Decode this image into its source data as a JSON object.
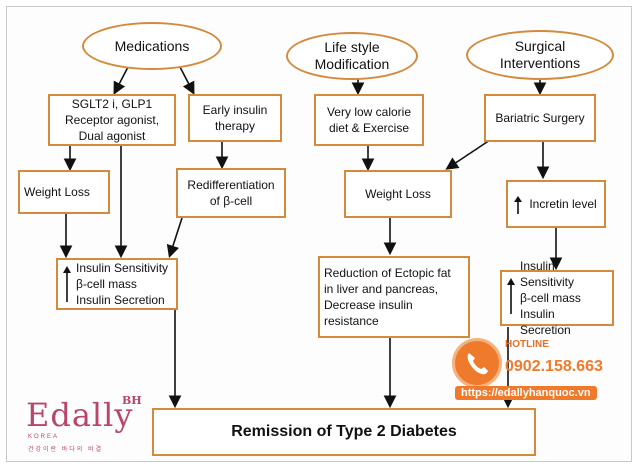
{
  "colors": {
    "box_border": "#d38a3c",
    "arrow": "#111111",
    "brand": "#b8456c",
    "hotline": "#f07a2b"
  },
  "nodes": {
    "medications": "Medications",
    "lifestyle": "Life style\nModification",
    "surgical": "Surgical\nInterventions",
    "sglt2": "SGLT2 i, GLP1\nReceptor agonist,\nDual agonist",
    "early_insulin": "Early insulin\ntherapy",
    "low_calorie": "Very low calorie\ndiet & Exercise",
    "bariatric": "Bariatric Surgery",
    "weight_loss_left": "Weight Loss",
    "redifferentiation": "Redifferentiation\nof β-cell",
    "weight_loss_mid": "Weight Loss",
    "incretin": "Incretin level",
    "insulin_left": "Insulin Sensitivity\nβ-cell mass\nInsulin Secretion",
    "ectopic": "Reduction of Ectopic fat\nin liver and pancreas,\nDecrease insulin\nresistance",
    "insulin_right": "Insulin Sensitivity\nβ-cell mass\nInsulin Secretion",
    "remission": "Remission of Type 2 Diabetes"
  },
  "icons": {
    "increase": "up-arrow-icon",
    "hotline": "phone-icon"
  },
  "watermark": {
    "brand": "Edally",
    "brand_sup": "BH",
    "brand_sub": "KOREA",
    "slogan": "건강이란 바다의 비결",
    "hotline_label": "HOTLINE",
    "hotline_number": "0902.158.663",
    "url": "https://edallyhanquoc.vn"
  }
}
